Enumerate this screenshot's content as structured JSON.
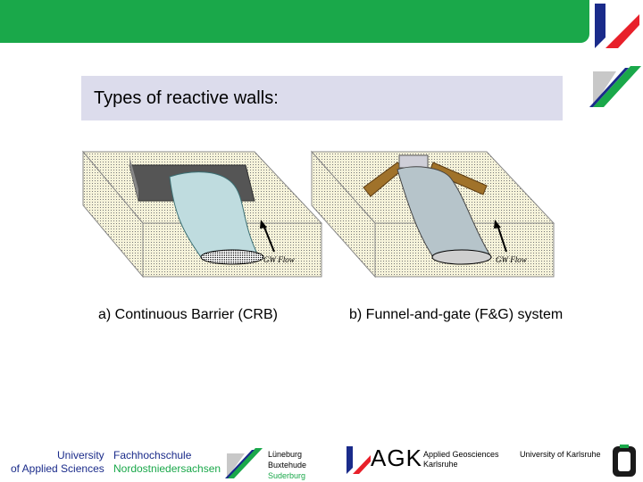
{
  "slide": {
    "title": "Types of reactive walls:",
    "figures": [
      {
        "caption": "a) Continuous Barrier (CRB)",
        "flow_label": "GW Flow"
      },
      {
        "caption": "b) Funnel-and-gate (F&G) system",
        "flow_label": "GW Flow"
      }
    ]
  },
  "footer": {
    "university": "University",
    "fachhochschule": "Fachhochschule",
    "applied_sciences": "of Applied Sciences",
    "nordost": "Nordostniedersachsen",
    "lueneburg": "Lüneburg",
    "buxtehude": "Buxtehude",
    "suderburg": "Suderburg",
    "agk": "AGK",
    "applied_geosciences": "Applied Geosciences",
    "karlsruhe": "Karlsruhe",
    "univ_karlsruhe": "University of Karlsruhe"
  },
  "colors": {
    "green": "#1aa84a",
    "blue": "#1a2b8a",
    "red": "#e8202a",
    "title_box": "#dcdcec",
    "soil": "#f4f1d8",
    "plume": "#bcd8dc",
    "funnel": "#a0722a"
  }
}
